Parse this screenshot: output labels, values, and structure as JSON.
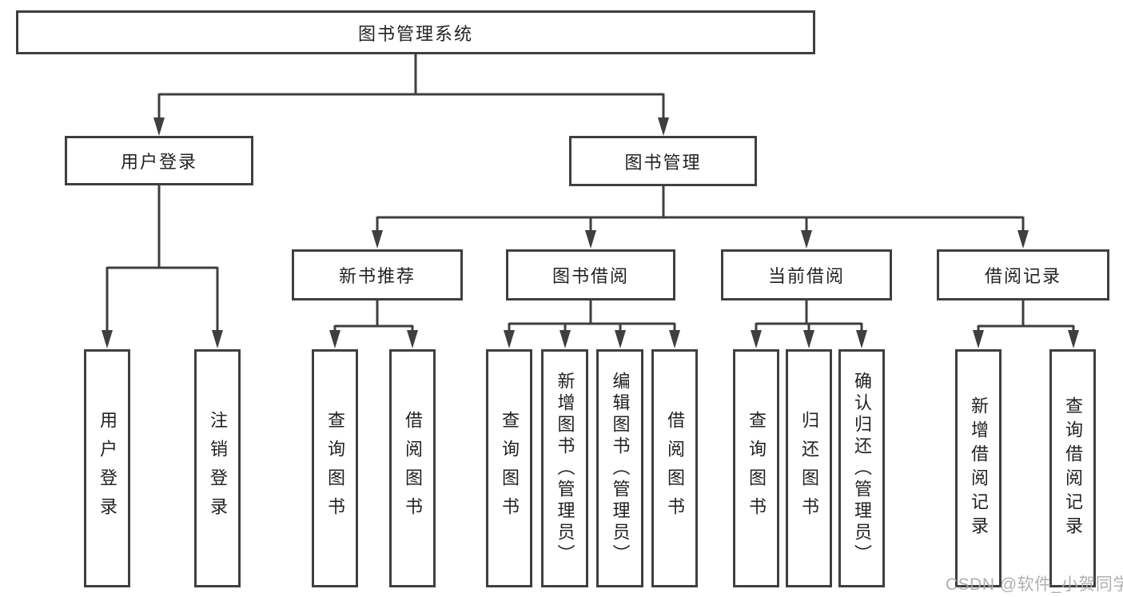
{
  "nodes": {
    "root": "图书管理系统",
    "user_login": "用户登录",
    "book_mgmt": "图书管理",
    "new_book": "新书推荐",
    "book_borrow": "图书借阅",
    "current_borrow": "当前借阅",
    "borrow_record": "借阅记录",
    "ul_login": "用户登录",
    "ul_logout": "注销登录",
    "nb_query": "查询图书",
    "nb_borrow": "借阅图书",
    "bb_query": "查询图书",
    "bb_add": "新增图书（管理员）",
    "bb_edit": "编辑图书（管理员）",
    "bb_borrow": "借阅图书",
    "cb_query": "查询图书",
    "cb_return": "归还图书",
    "cb_confirm": "确认归还（管理员）",
    "br_add": "新增借阅记录",
    "br_query": "查询借阅记录"
  },
  "watermark": "CSDN @软件_小贺同学",
  "colors": {
    "line": "#3f3f3f",
    "text": "#222222",
    "watermark": "#acacac"
  }
}
